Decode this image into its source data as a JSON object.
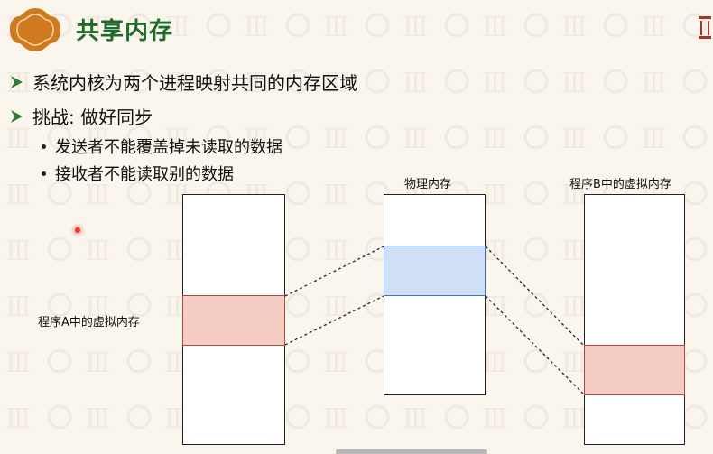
{
  "slide": {
    "title": "共享内存",
    "bullets": [
      "系统内核为两个进程映射共同的内存区域",
      "挑战: 做好同步"
    ],
    "sub_bullets": [
      "发送者不能覆盖掉未读取的数据",
      "接收者不能读取别的数据"
    ]
  },
  "diagram": {
    "label_a": "程序A中的虚拟内存",
    "label_phys": "物理内存",
    "label_b": "程序B中的虚拟内存"
  },
  "colors": {
    "title": "#1f6b2a",
    "logo": "#d07a20",
    "shared_virtual": "#f6cdc5",
    "shared_physical": "#cfe0f6"
  }
}
